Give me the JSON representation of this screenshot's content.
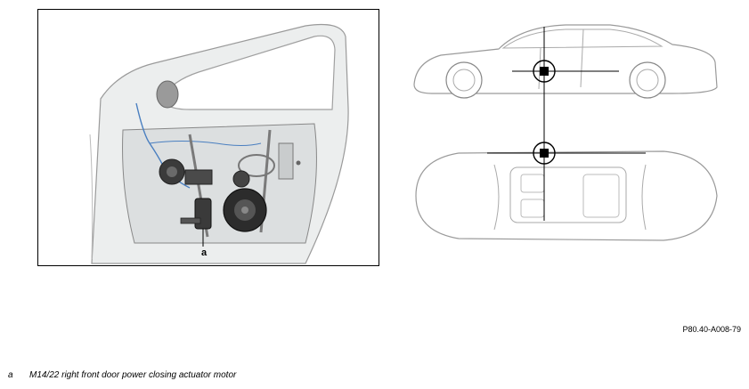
{
  "callout": {
    "letter": "a"
  },
  "figure": {
    "reference": "P80.40-A008-79"
  },
  "legend": [
    {
      "key": "a",
      "text": "M14/22 right front door power closing actuator motor"
    }
  ]
}
